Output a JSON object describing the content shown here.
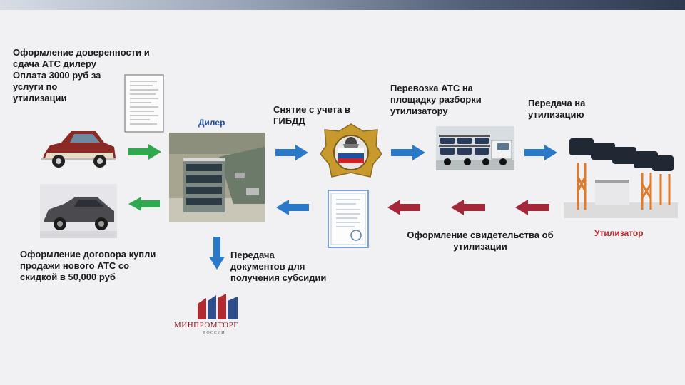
{
  "steps": {
    "dealer_handover": "Оформление доверенности и\nсдача АТС дилеру\nОплата 3000 руб за\nуслуги по\nутилизации",
    "deregister": "Снятие с учета в\nГИБДД",
    "transport": "Перевозка АТС на\nплощадку разборки\nутилизатору",
    "handover_recycling": "Передача на\nутилизацию",
    "certificate": "Оформление свидетельства об\nутилизации",
    "new_car": "Оформление договора купли\nпродажи нового АТС со\nскидкой в 50,000 руб",
    "subsidy_docs": "Передача\nдокументов для\nполучения субсидии"
  },
  "labels": {
    "dealer": "Дилер",
    "recycler": "Утилизатор"
  },
  "logo": {
    "name": "МИНПРОМТОРГ",
    "sub": "РОССИИ"
  },
  "colors": {
    "green_arrow": "#2fa84f",
    "blue_arrow": "#2a78c8",
    "red_arrow": "#a3283a"
  }
}
